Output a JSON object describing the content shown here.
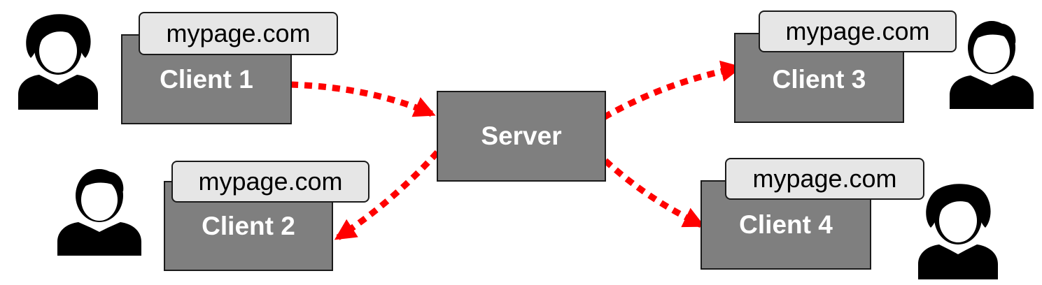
{
  "server": {
    "label": "Server"
  },
  "clients": [
    {
      "label": "Client 1",
      "tab": "mypage.com",
      "user": "female-user-icon"
    },
    {
      "label": "Client 2",
      "tab": "mypage.com",
      "user": "male-user-icon"
    },
    {
      "label": "Client 3",
      "tab": "mypage.com",
      "user": "male-user-icon"
    },
    {
      "label": "Client 4",
      "tab": "mypage.com",
      "user": "female-user-icon"
    }
  ],
  "colors": {
    "box_fill": "#7f7f7f",
    "tab_fill": "#e6e6e6",
    "arrow": "#ff0000",
    "person": "#000000"
  }
}
